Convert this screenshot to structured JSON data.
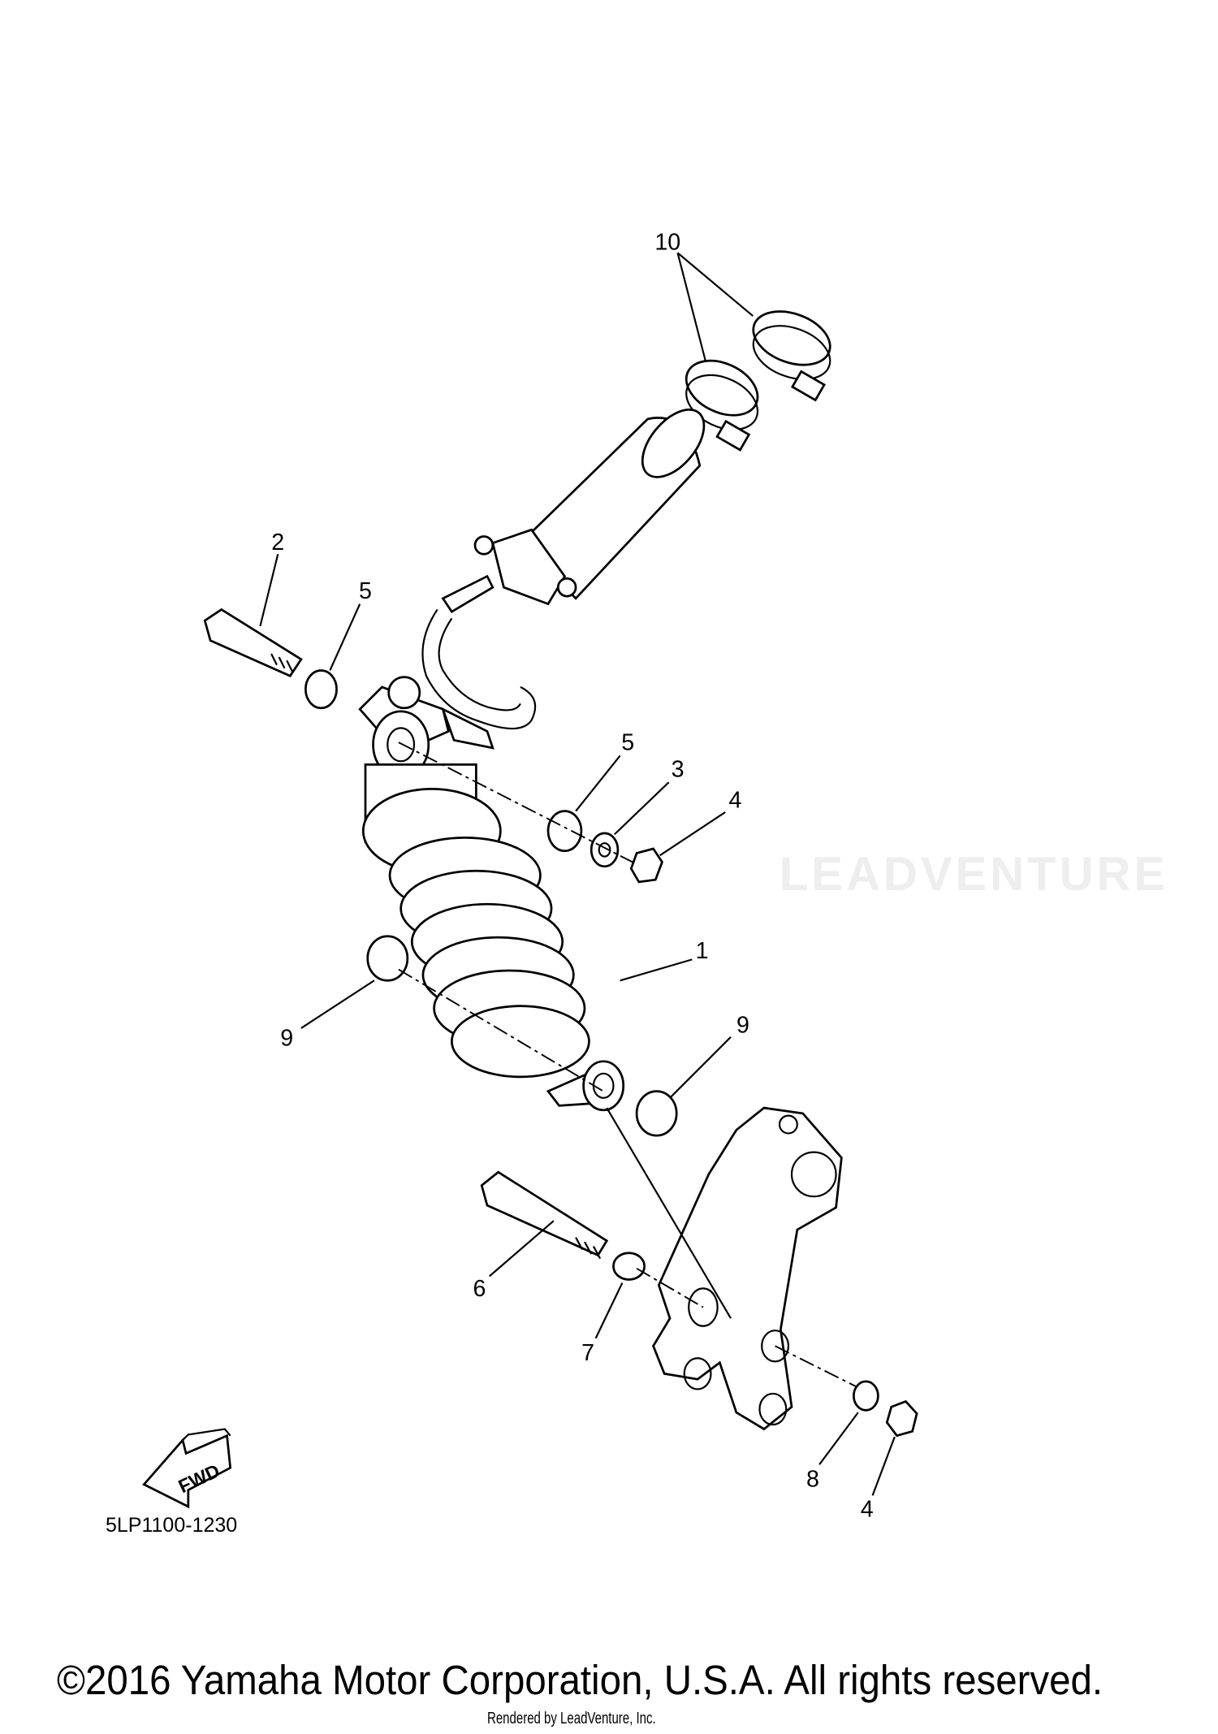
{
  "diagram": {
    "callouts": [
      "10",
      "2",
      "5",
      "5",
      "3",
      "4",
      "1",
      "9",
      "9",
      "6",
      "7",
      "8",
      "4"
    ],
    "direction_label": "FWD",
    "reference_code": "5LP1100-1230",
    "watermark": "LEADVENTURE"
  },
  "footer": {
    "copyright": "©2016 Yamaha Motor Corporation, U.S.A. All rights reserved.",
    "rendered_by": "Rendered by LeadVenture, Inc."
  }
}
